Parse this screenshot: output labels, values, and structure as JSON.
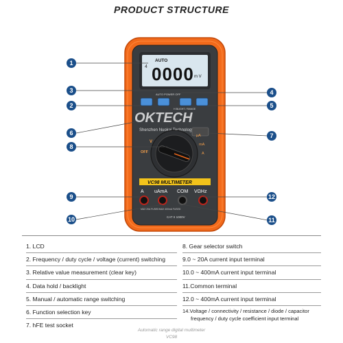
{
  "header": {
    "title": "PRODUCT STRUCTURE"
  },
  "device": {
    "lcd_mode": "AUTO",
    "lcd_digits": "0000",
    "lcd_unit": "m V",
    "lcd_icon": "4",
    "power_label": "AUTO POWER OFF",
    "button_label_mid": "H BLIGHT / RANGE",
    "watermark_brand": "OKTECH",
    "watermark_company": "Shenzhen Nuokai Technology Co.,Ltd",
    "dial_labels": {
      "v": "V",
      "off": "OFF",
      "ua": "µA",
      "ma": "mA",
      "a": "A"
    },
    "model_name": "VC98 MULTIMETER",
    "terminal_a": "A",
    "terminal_uama": "uAmA",
    "terminal_com": "COM",
    "terminal_vohz": "VΩHz",
    "cat_rating": "CAT II 1000V",
    "fused_left": "MAX 20A FUSED",
    "fused_mid": "MAX 400mA FUSED"
  },
  "callouts": [
    "1",
    "2",
    "3",
    "4",
    "5",
    "6",
    "7",
    "8",
    "9",
    "10",
    "11",
    "12"
  ],
  "legend": {
    "left": [
      "1. LCD",
      "2. Frequency / duty cycle / voltage (current) switching",
      "3. Relative value measurement (clear key)",
      "4. Data hold / backlight",
      "5. Manual / automatic range switching",
      "6. Function selection key",
      "7. hFE test socket"
    ],
    "right": [
      "8. Gear selector switch",
      "9.0 ~ 20A current input terminal",
      "10.0 ~ 400mA current input terminal",
      "11.Common terminal",
      "12.0 ~ 400mA current input terminal",
      "14.Voltage / connectivity / resistance / diode / capacitor",
      "frequency / duty cycle coefficient input terminal"
    ]
  },
  "caption": {
    "line1": "Automatic range digital multimeter",
    "line2": "VC98"
  },
  "colors": {
    "callout": "#1b4f8a",
    "body_orange": "#f26a1b",
    "face": "#3a3d40",
    "lcd": "#d9e6ee"
  }
}
